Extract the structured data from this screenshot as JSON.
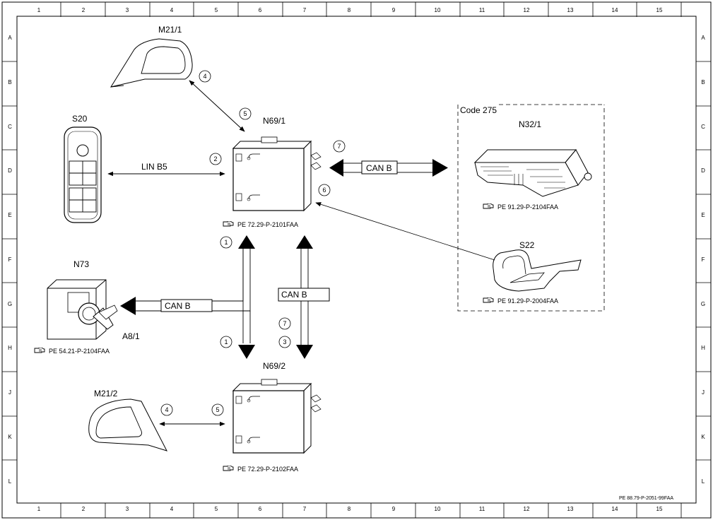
{
  "sheet": {
    "columns": [
      "1",
      "2",
      "3",
      "4",
      "5",
      "6",
      "7",
      "8",
      "9",
      "10",
      "11",
      "12",
      "13",
      "14",
      "15"
    ],
    "rows": [
      "A",
      "B",
      "C",
      "D",
      "E",
      "F",
      "G",
      "H",
      "J",
      "K",
      "L"
    ],
    "footer_id": "PE 88.79-P-2051-99FAA"
  },
  "components": {
    "m21_1": "M21/1",
    "m21_2": "M21/2",
    "s20": "S20",
    "n69_1": "N69/1",
    "n69_2": "N69/2",
    "n32_1": "N32/1",
    "n73": "N73",
    "a8_1": "A8/1",
    "s22": "S22",
    "code": "Code 275"
  },
  "references": {
    "n69_1": "PE 72.29-P-2101FAA",
    "n69_2": "PE 72.29-P-2102FAA",
    "n32_1": "PE 91.29-P-2104FAA",
    "s22": "PE 91.29-P-2004FAA",
    "n73": "PE 54.21-P-2104FAA"
  },
  "buses": {
    "lin": "LIN B5",
    "can_n32": "CAN B",
    "can_n73": "CAN B",
    "can_vertical": "CAN B"
  },
  "callouts": {
    "c4_top": "4",
    "c5_top": "5",
    "c2": "2",
    "c7_right": "7",
    "c6": "6",
    "c1_up": "1",
    "c1_down": "1",
    "c7_low": "7",
    "c3": "3",
    "c4_bottom": "4",
    "c5_bottom": "5"
  },
  "icons": {
    "reference": "hand-pointer-icon"
  }
}
